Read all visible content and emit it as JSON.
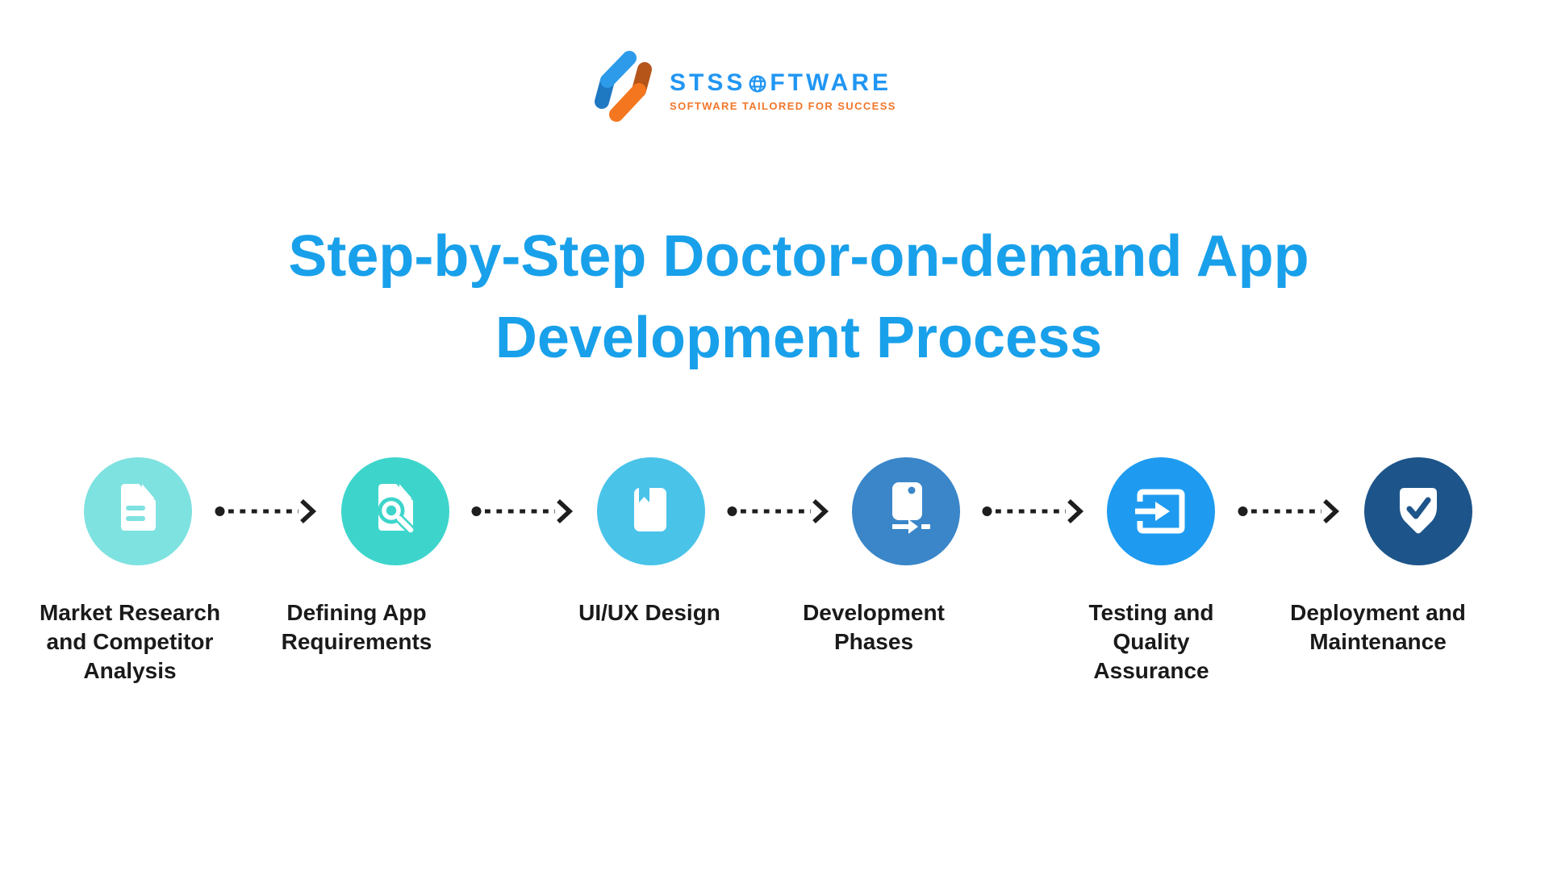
{
  "page": {
    "background": "#FFFFFF",
    "text_color": "#1A1A1A"
  },
  "logo": {
    "brand_full": "STSSOFTWARE",
    "brand_prefix": "STSS",
    "brand_suffix": "FTWARE",
    "tagline": "SOFTWARE TAILORED FOR SUCCESS",
    "brand_color": "#2196F3",
    "tagline_color": "#F0772B",
    "mark": {
      "blue": "#2D9BE9",
      "blue_dark": "#1F78C2",
      "orange": "#F4771F",
      "orange_dark": "#B5551A"
    }
  },
  "title": {
    "line1": "Step-by-Step Doctor-on-demand App",
    "line2": "Development Process",
    "color": "#19A0EA"
  },
  "connector": {
    "color": "#1E1E1E",
    "style": "dot-dash-arrow"
  },
  "steps": [
    {
      "label": "Market Research and Competitor Analysis",
      "lines": [
        "Market Research",
        "and Competitor",
        "Analysis"
      ],
      "icon": "document-icon",
      "color": "#7EE2E0"
    },
    {
      "label": "Defining App Requirements",
      "lines": [
        "Defining App",
        "Requirements"
      ],
      "icon": "document-search-icon",
      "color": "#3DD5CB"
    },
    {
      "label": "UI/UX Design",
      "lines": [
        "UI/UX Design"
      ],
      "icon": "book-bookmark-icon",
      "color": "#4AC3E9"
    },
    {
      "label": "Development Phases",
      "lines": [
        "Development",
        "Phases"
      ],
      "icon": "app-install-icon",
      "color": "#3A86C9"
    },
    {
      "label": "Testing and Quality Assurance",
      "lines": [
        "Testing and",
        "Quality",
        "Assurance"
      ],
      "icon": "exit-to-app-icon",
      "color": "#1E9BF0"
    },
    {
      "label": "Deployment and Maintenance",
      "lines": [
        "Deployment and",
        "Maintenance"
      ],
      "icon": "shield-check-icon",
      "color": "#1D558A"
    }
  ]
}
